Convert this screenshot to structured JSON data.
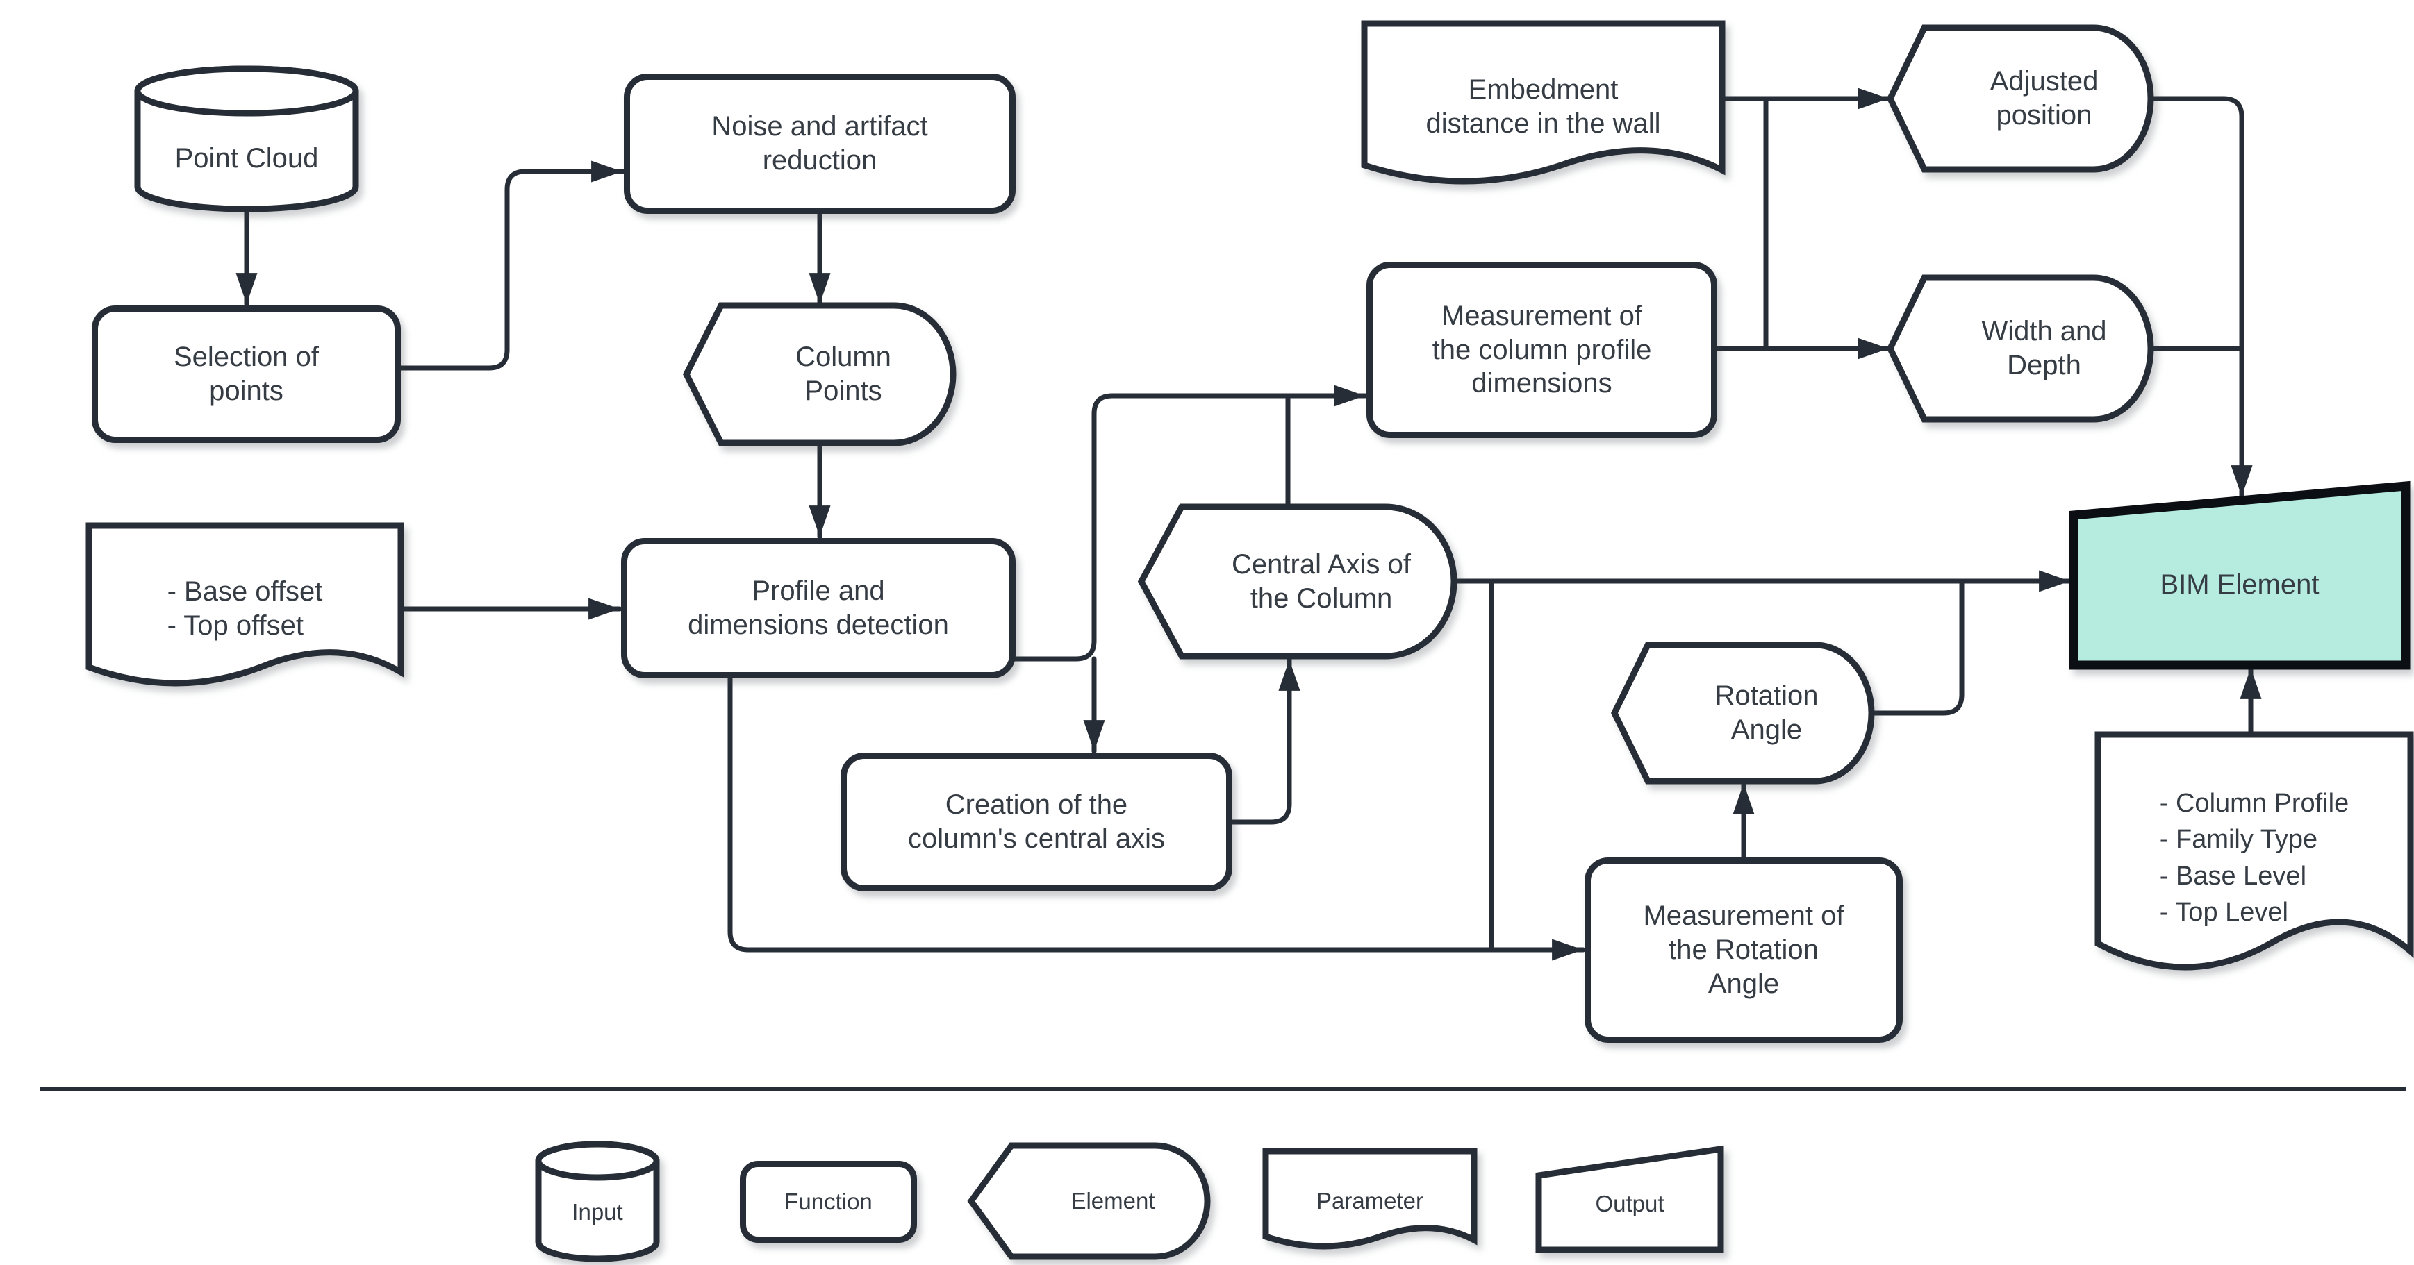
{
  "colors": {
    "background": "#ffffff",
    "stroke": "#262d36",
    "text": "#363c44",
    "bim_fill": "#b5ecdf",
    "bim_stroke": "#0b0e12"
  },
  "nodes": {
    "point_cloud": {
      "label": "Point Cloud",
      "shape": "input-cylinder"
    },
    "selection_of_points": {
      "label": "Selection of\npoints",
      "shape": "function"
    },
    "noise_reduction": {
      "label": "Noise and artifact\nreduction",
      "shape": "function"
    },
    "column_points": {
      "label": "Column\nPoints",
      "shape": "element"
    },
    "base_top_offset": {
      "label": "- Base offset\n- Top offset",
      "shape": "parameter"
    },
    "profile_detection": {
      "label": "Profile and\ndimensions detection",
      "shape": "function"
    },
    "creation_central_axis": {
      "label": "Creation of the\ncolumn's central axis",
      "shape": "function"
    },
    "central_axis": {
      "label": "Central Axis of\nthe Column",
      "shape": "element"
    },
    "measurement_profile": {
      "label": "Measurement of\nthe column profile\ndimensions",
      "shape": "function"
    },
    "embedment_distance": {
      "label": "Embedment\ndistance in the wall",
      "shape": "parameter"
    },
    "adjusted_position": {
      "label": "Adjusted\nposition",
      "shape": "element"
    },
    "width_depth": {
      "label": "Width and\nDepth",
      "shape": "element"
    },
    "rotation_angle": {
      "label": "Rotation\nAngle",
      "shape": "element"
    },
    "measurement_rotation": {
      "label": "Measurement of\nthe Rotation\nAngle",
      "shape": "function"
    },
    "bim_element": {
      "label": "BIM Element",
      "shape": "output"
    },
    "bim_parameters": {
      "label": "- Column Profile\n- Family Type\n- Base Level\n- Top Level",
      "shape": "parameter"
    }
  },
  "legend": {
    "input": "Input",
    "function": "Function",
    "element": "Element",
    "parameter": "Parameter",
    "output": "Output"
  }
}
